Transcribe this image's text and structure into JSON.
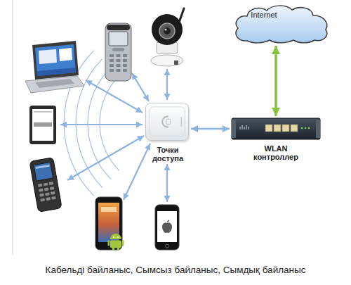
{
  "diagram": {
    "caption": "Кабельді байланыс, Сымсыз байланыс, Сымдық байланыс",
    "nodes": [
      {
        "text": [
          "Internet"
        ]
      },
      {
        "text": [
          "Точки доступа"
        ]
      },
      {
        "text": [
          "WLAN контроллер"
        ]
      }
    ],
    "edges": [
      {
        "from": 2,
        "to": 0,
        "arrow": "both"
      },
      {
        "from": 1,
        "to": 2,
        "arrow": "both"
      }
    ]
  }
}
